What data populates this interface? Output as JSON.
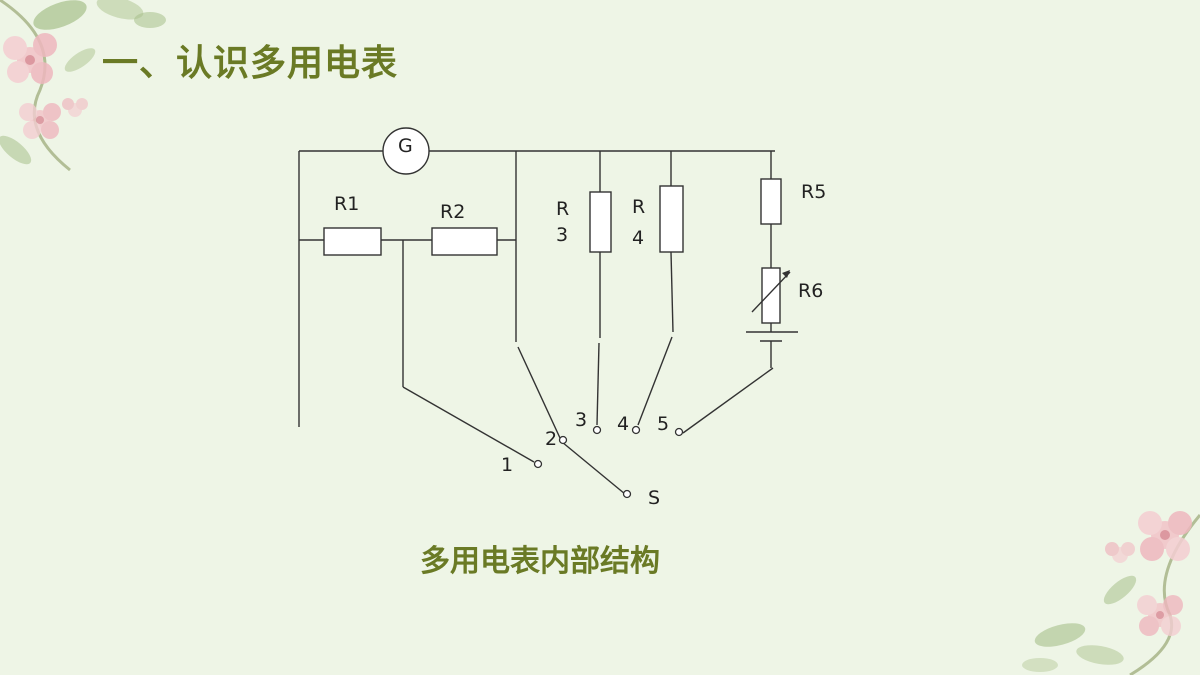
{
  "slide": {
    "title": "一、认识多用电表",
    "caption": "多用电表内部结构"
  },
  "diagram": {
    "galvanometer": "G",
    "resistors": {
      "r1": "R1",
      "r2": "R2",
      "r3_top": "R",
      "r3_bottom": "3",
      "r4_top": "R",
      "r4_bottom": "4",
      "r5": "R5",
      "r6": "R6"
    },
    "terminals": {
      "t1": "1",
      "t2": "2",
      "t3": "3",
      "t4": "4",
      "t5": "5",
      "switch": "S"
    }
  },
  "colors": {
    "title": "#6a7a25",
    "background": "#eef5e6",
    "wire": "#333333"
  },
  "decorations": [
    "flower-top-left",
    "flower-bottom-right"
  ]
}
